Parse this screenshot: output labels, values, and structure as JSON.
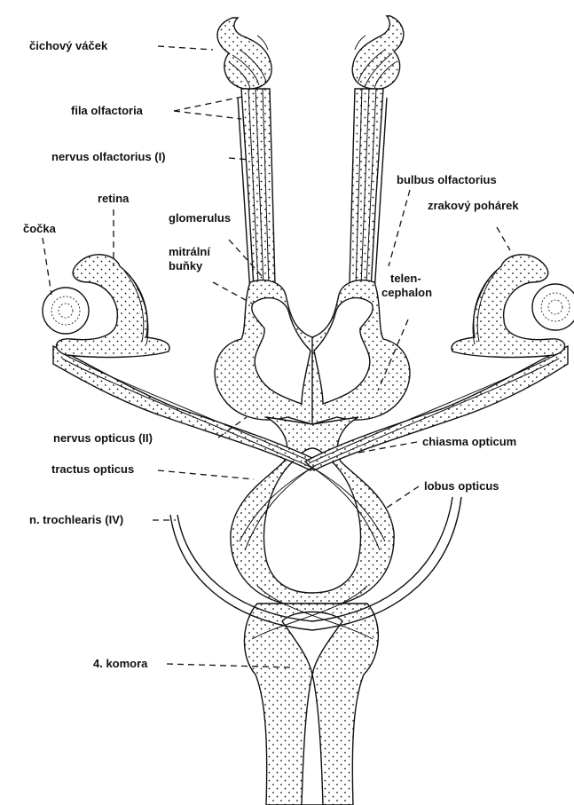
{
  "labels": {
    "cichovy_vacek": "čichový váček",
    "fila_olfactoria": "fila olfactoria",
    "nervus_olfactorius": "nervus olfactorius (I)",
    "retina": "retina",
    "cocka": "čočka",
    "glomerulus": "glomerulus",
    "mitralni": "mitrální",
    "bunky": "buňky",
    "bulbus_olfactorius": "bulbus olfactorius",
    "zrakovy_poharek": "zrakový pohárek",
    "telen": "telen-",
    "cephalon": "cephalon",
    "nervus_opticus": "nervus opticus (II)",
    "chiasma_opticum": "chiasma opticum",
    "tractus_opticus": "tractus opticus",
    "lobus_opticus": "lobus opticus",
    "n_trochlearis": "n. trochlearis (IV)",
    "komora": "4. komora"
  },
  "colors": {
    "ink": "#111111",
    "paper": "#ffffff"
  }
}
